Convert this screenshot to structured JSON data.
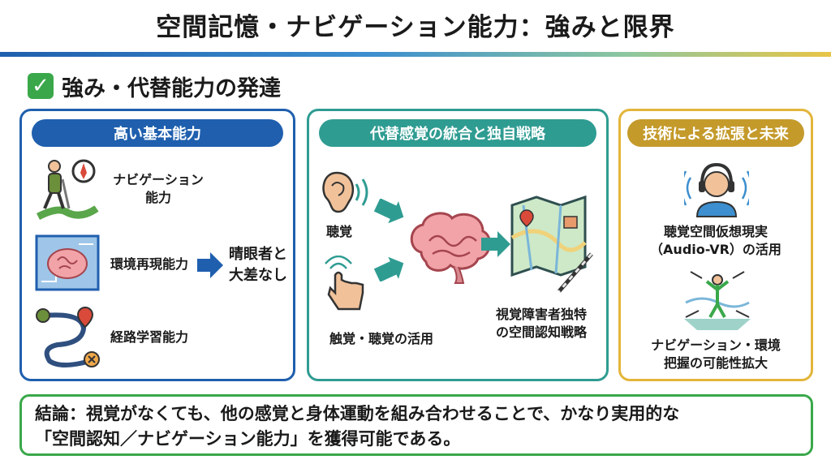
{
  "title": "空間記憶・ナビゲーション能力：強みと限界",
  "section": {
    "heading": "強み・代替能力の発達"
  },
  "panel1": {
    "header": "高い基本能力",
    "item1_line1": "ナビゲーション",
    "item1_line2": "能力",
    "item2": "環境再現能力",
    "item3": "経路学習能力",
    "result_line1": "晴眼者と",
    "result_line2": "大差なし"
  },
  "panel2": {
    "header": "代替感覚の統合と独自戦略",
    "hearing": "聴覚",
    "touch": "触覚・聴覚の活用",
    "result_line1": "視覚障害者独特",
    "result_line2": "の空間認知戦略"
  },
  "panel3": {
    "header": "技術による拡張と未来",
    "item1_line1": "聴覚空間仮想現実",
    "item1_line2": "（Audio-VR）の活用",
    "item2_line1": "ナビゲーション・環境",
    "item2_line2": "把握の可能性拡大"
  },
  "conclusion": {
    "line1": "結論：視覚がなくても、他の感覚と身体運動を組み合わせることで、かなり実用的な",
    "line2": "「空間認知／ナビゲーション能力」を獲得可能である。"
  },
  "colors": {
    "blue": "#1f5fae",
    "teal": "#2f9c92",
    "gold": "#e3b53a",
    "green": "#3aa84a"
  }
}
